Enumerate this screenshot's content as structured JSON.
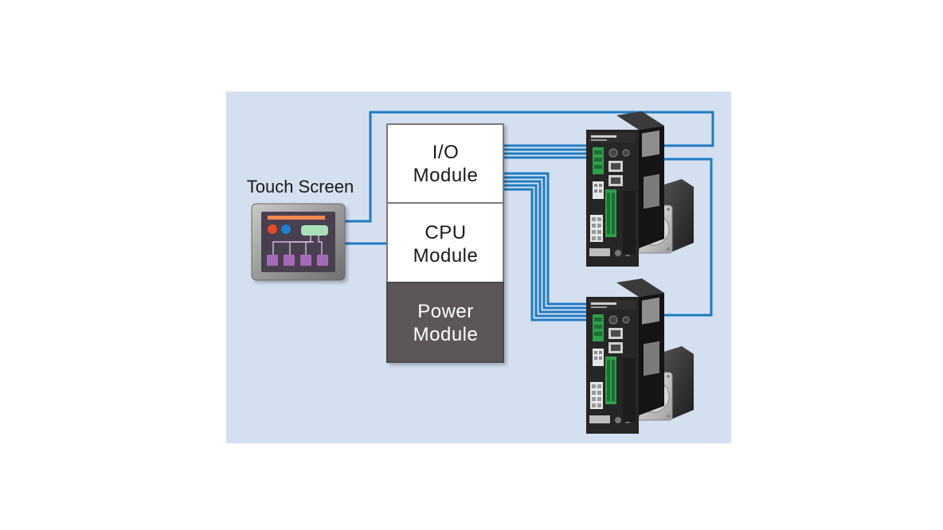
{
  "touch_screen": {
    "label": "Touch Screen"
  },
  "modules": {
    "io": {
      "line1": "I/O",
      "line2": "Module"
    },
    "cpu": {
      "line1": "CPU",
      "line2": "Module"
    },
    "power": {
      "line1": "Power",
      "line2": "Module"
    }
  },
  "colors": {
    "background_panel": "#d4dff0",
    "cable": "#1f7bc2",
    "module_white": "#ffffff",
    "power_module": "#5b5758",
    "driver_body": "#232323",
    "motor": "#3a3a3a",
    "touch_screen_frame": "#8e8e8e",
    "touch_screen_display": "#4a3f4f",
    "screen_bar": "#f08a52",
    "screen_dot_red": "#e24a2c",
    "screen_dot_blue": "#1e7fd0",
    "screen_button": "#a8e0b8",
    "screen_blocks": "#a46ab8"
  }
}
